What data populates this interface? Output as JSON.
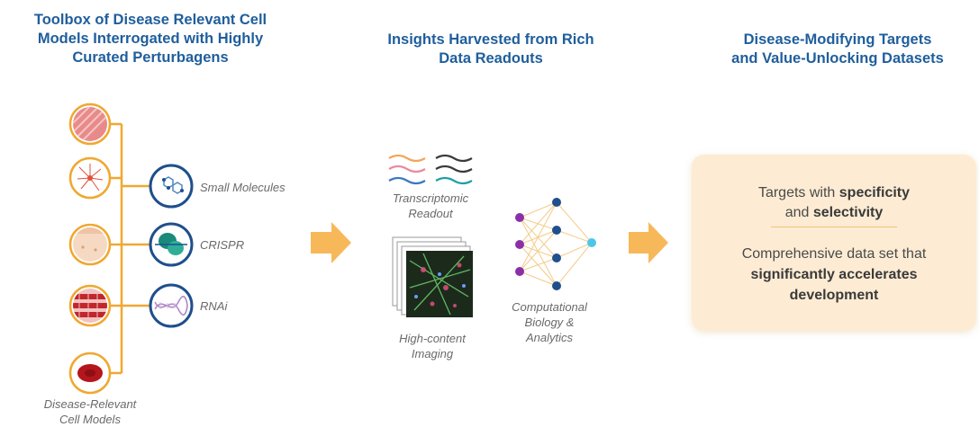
{
  "headings": {
    "col1": [
      "Toolbox of Disease Relevant Cell",
      "Models Interrogated with Highly",
      "Curated Perturbagens"
    ],
    "col2": [
      "Insights Harvested from Rich",
      "Data Readouts"
    ],
    "col3": [
      "Disease-Modifying Targets",
      "and Value-Unlocking Datasets"
    ]
  },
  "perturbagens": [
    "Small Molecules",
    "CRISPR",
    "RNAi"
  ],
  "cell_models_label": [
    "Disease-Relevant",
    "Cell Models"
  ],
  "readouts": {
    "transcriptomic": [
      "Transcriptomic",
      "Readout"
    ],
    "imaging": [
      "High-content",
      "Imaging"
    ],
    "computational": [
      "Computational",
      "Biology &",
      "Analytics"
    ]
  },
  "result_box": {
    "line1_pre": "Targets with ",
    "line1_bold": "specificity",
    "line2_pre": "and ",
    "line2_bold": "selectivity",
    "line3": "Comprehensive data set that",
    "line4_bold": "significantly accelerates",
    "line5_bold": "development"
  },
  "colors": {
    "heading": "#1f5e9c",
    "connector": "#f0a830",
    "perturbagen_ring": "#1f4f8c",
    "arrow": "#f7b85a",
    "box_fill": "#fdecd3",
    "node_input": "#8b2fa8",
    "node_hidden": "#1f4f8c",
    "node_output": "#4cc6e8"
  },
  "icons": [
    "muscle-fiber-icon",
    "neuron-icon",
    "skin-tissue-icon",
    "cardiac-muscle-icon",
    "red-blood-cell-icon",
    "molecule-icon",
    "crispr-protein-icon",
    "dna-helix-icon",
    "wave-lines-icon",
    "microscopy-image-icon",
    "neural-network-icon"
  ]
}
